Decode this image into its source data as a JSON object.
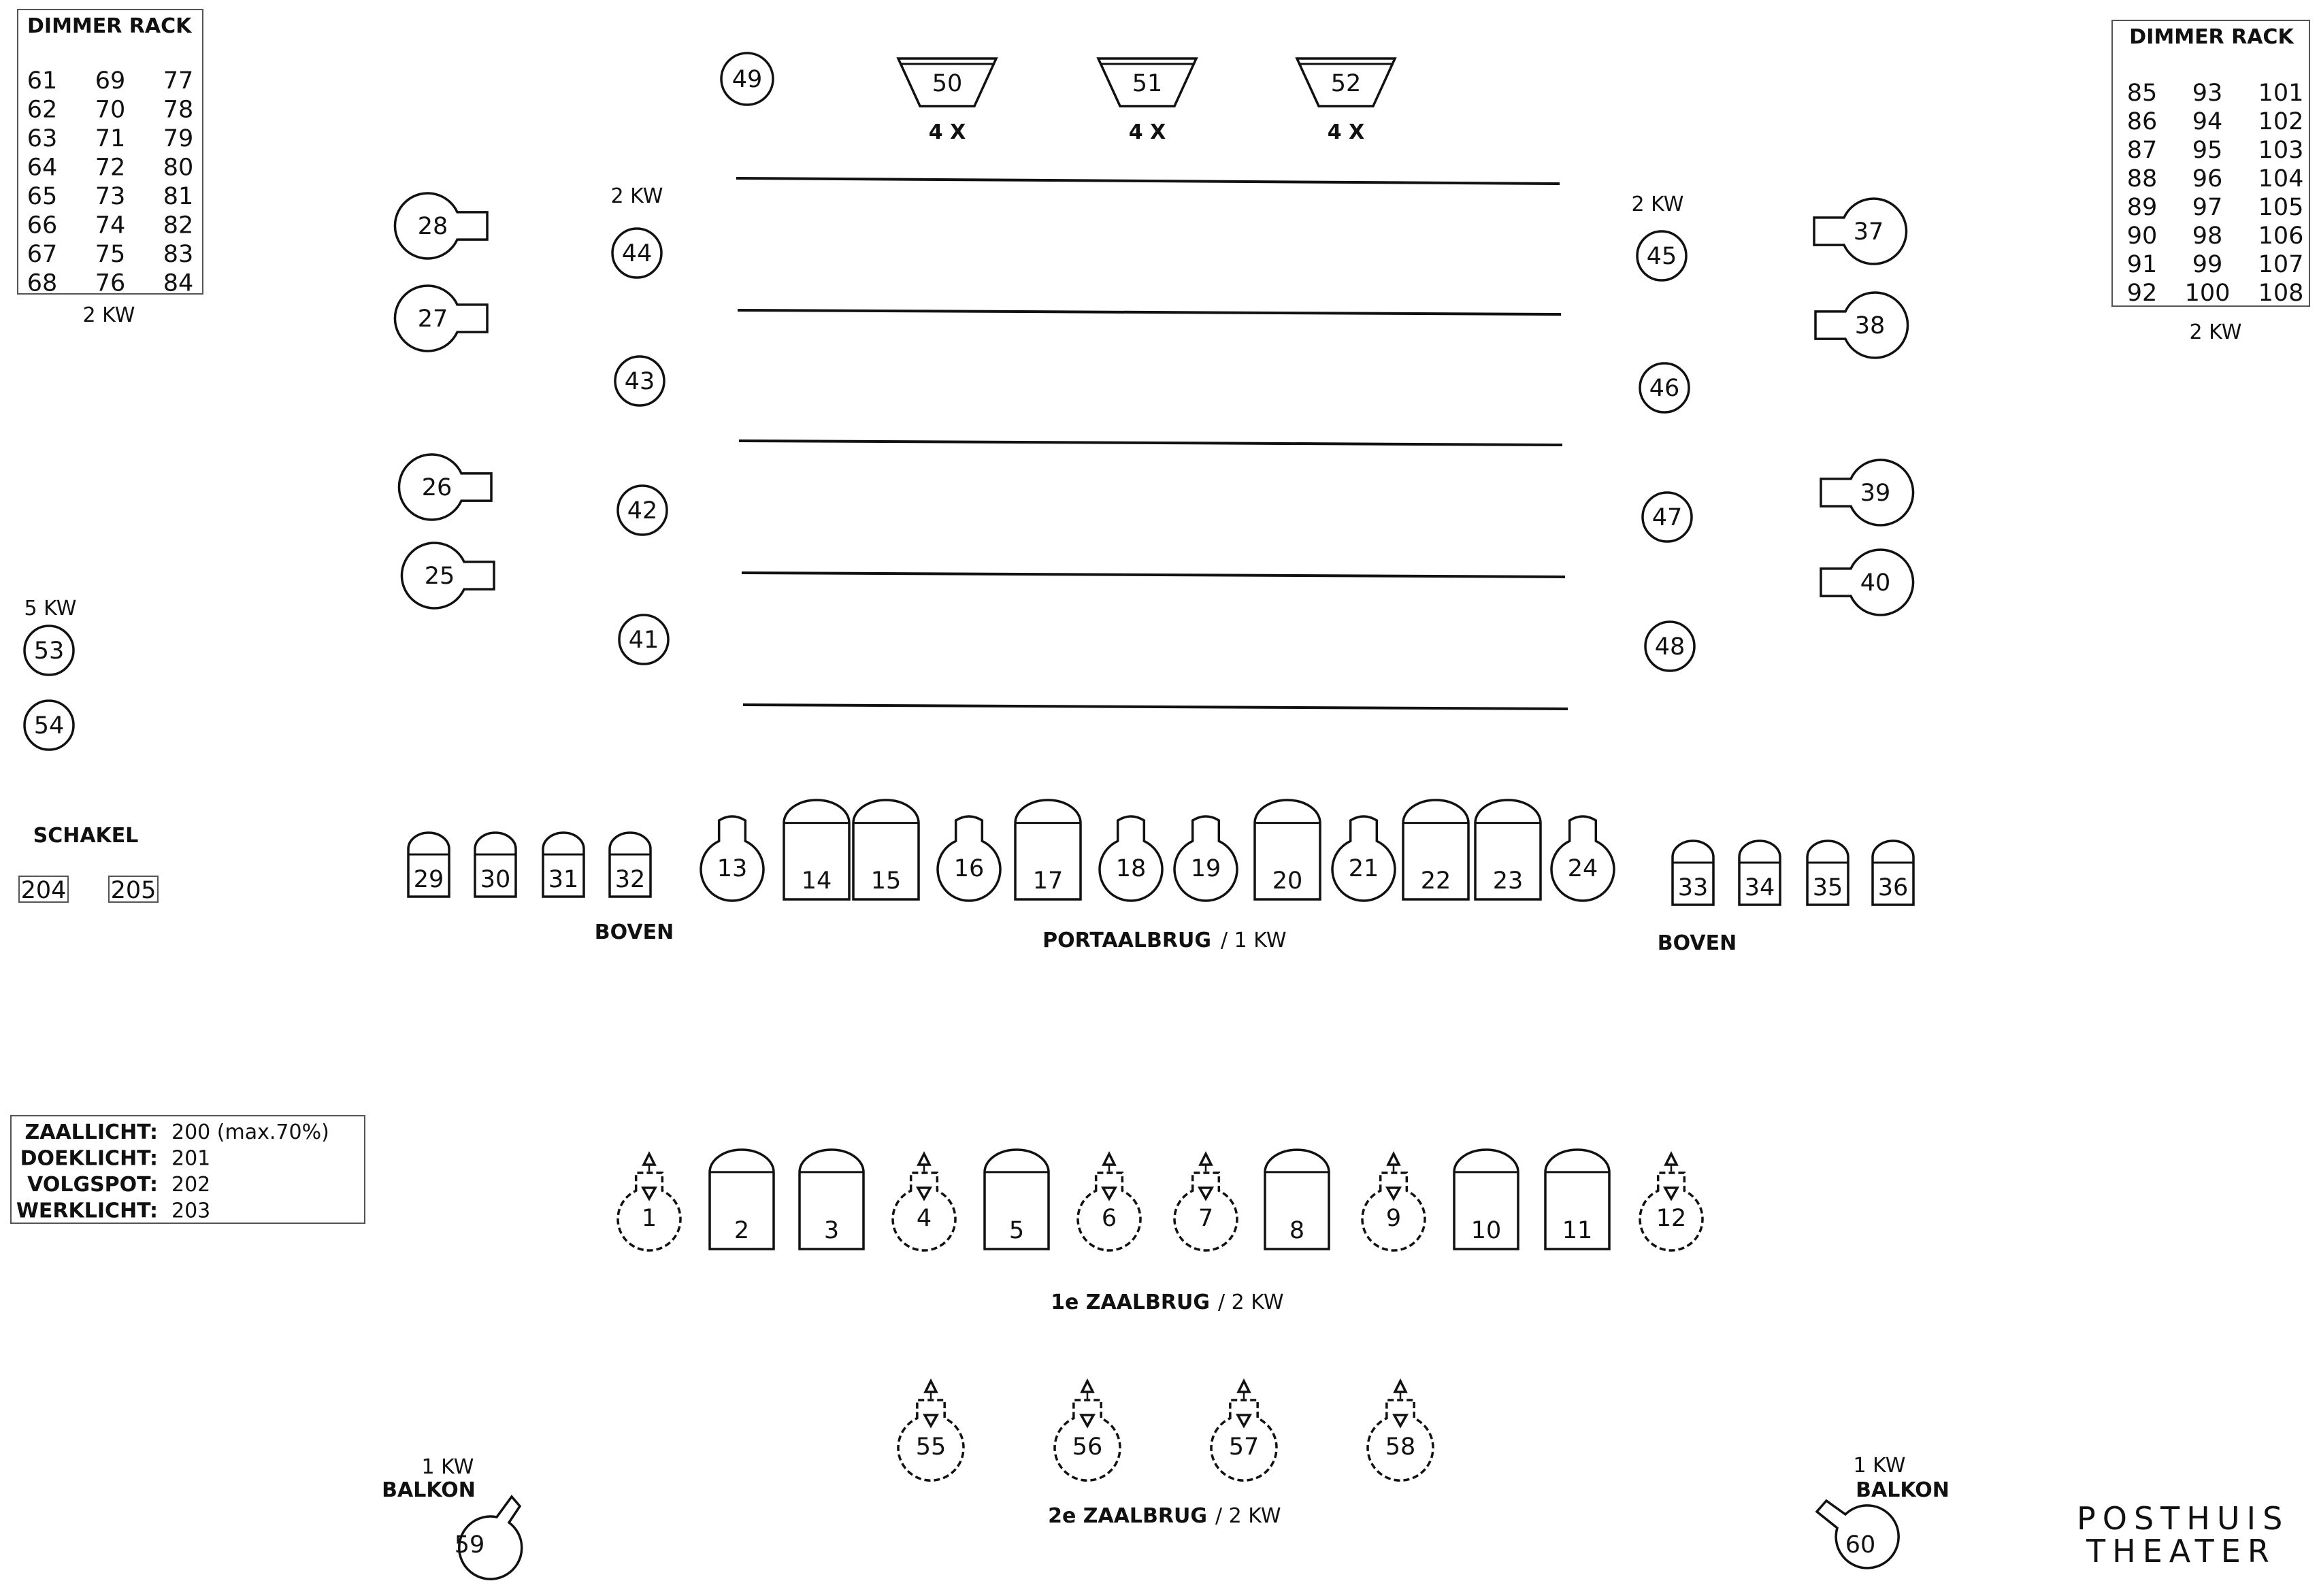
{
  "dimmer_rack_left": {
    "title": "DIMMER RACK",
    "rows": [
      [
        "61",
        "69",
        "77"
      ],
      [
        "62",
        "70",
        "78"
      ],
      [
        "63",
        "71",
        "79"
      ],
      [
        "64",
        "72",
        "80"
      ],
      [
        "65",
        "73",
        "81"
      ],
      [
        "66",
        "74",
        "82"
      ],
      [
        "67",
        "75",
        "83"
      ],
      [
        "68",
        "76",
        "84"
      ]
    ],
    "power": "2 KW"
  },
  "dimmer_rack_right": {
    "title": "DIMMER RACK",
    "rows": [
      [
        "85",
        "93",
        "101"
      ],
      [
        "86",
        "94",
        "102"
      ],
      [
        "87",
        "95",
        "103"
      ],
      [
        "88",
        "96",
        "104"
      ],
      [
        "89",
        "97",
        "105"
      ],
      [
        "90",
        "98",
        "106"
      ],
      [
        "91",
        "99",
        "107"
      ],
      [
        "92",
        "100",
        "108"
      ]
    ],
    "power": "2 KW"
  },
  "top": {
    "spot_49": "49",
    "floods": [
      {
        "num": "50",
        "mult": "4 X"
      },
      {
        "num": "51",
        "mult": "4 X"
      },
      {
        "num": "52",
        "mult": "4 X"
      }
    ]
  },
  "side_left": {
    "wall_spots": [
      "28",
      "27",
      "26",
      "25"
    ],
    "power": "2 KW",
    "row": [
      "44",
      "43",
      "42",
      "41"
    ]
  },
  "side_right": {
    "wall_spots": [
      "37",
      "38",
      "39",
      "40"
    ],
    "power": "2 KW",
    "row": [
      "45",
      "46",
      "47",
      "48"
    ]
  },
  "floor_left": {
    "power": "5 KW",
    "items": [
      "53",
      "54"
    ]
  },
  "schakel": {
    "label": "SCHAKEL",
    "items": [
      "204",
      "205"
    ]
  },
  "boven_left": {
    "items": [
      "29",
      "30",
      "31",
      "32"
    ],
    "label": "BOVEN"
  },
  "boven_right": {
    "items": [
      "33",
      "34",
      "35",
      "36"
    ],
    "label": "BOVEN"
  },
  "portaalbrug": {
    "items": [
      {
        "num": "13",
        "kind": "spot"
      },
      {
        "num": "14",
        "kind": "flood"
      },
      {
        "num": "15",
        "kind": "flood"
      },
      {
        "num": "16",
        "kind": "spot"
      },
      {
        "num": "17",
        "kind": "flood"
      },
      {
        "num": "18",
        "kind": "spot"
      },
      {
        "num": "19",
        "kind": "spot"
      },
      {
        "num": "20",
        "kind": "flood"
      },
      {
        "num": "21",
        "kind": "spot"
      },
      {
        "num": "22",
        "kind": "flood"
      },
      {
        "num": "23",
        "kind": "flood"
      },
      {
        "num": "24",
        "kind": "spot"
      }
    ],
    "label": "PORTAALBRUG",
    "power": "/ 1 KW"
  },
  "house_channels": {
    "rows": [
      {
        "label": "ZAALLICHT:",
        "value": "200  (max.70%)"
      },
      {
        "label": "DOEKLICHT:",
        "value": "201"
      },
      {
        "label": "VOLGSPOT:",
        "value": "202"
      },
      {
        "label": "WERKLICHT:",
        "value": "203"
      }
    ]
  },
  "zaalbrug_1": {
    "items": [
      {
        "num": "1",
        "kind": "profile"
      },
      {
        "num": "2",
        "kind": "flood"
      },
      {
        "num": "3",
        "kind": "flood"
      },
      {
        "num": "4",
        "kind": "profile"
      },
      {
        "num": "5",
        "kind": "flood"
      },
      {
        "num": "6",
        "kind": "profile"
      },
      {
        "num": "7",
        "kind": "profile"
      },
      {
        "num": "8",
        "kind": "flood"
      },
      {
        "num": "9",
        "kind": "profile"
      },
      {
        "num": "10",
        "kind": "flood"
      },
      {
        "num": "11",
        "kind": "flood"
      },
      {
        "num": "12",
        "kind": "profile"
      }
    ],
    "label": "1e ZAALBRUG",
    "power": "/ 2 KW"
  },
  "zaalbrug_2": {
    "items": [
      "55",
      "56",
      "57",
      "58"
    ],
    "label": "2e ZAALBRUG",
    "power": "/ 2 KW"
  },
  "balkon_left": {
    "power": "1 KW",
    "label": "BALKON",
    "num": "59"
  },
  "balkon_right": {
    "power": "1 KW",
    "label": "BALKON",
    "num": "60"
  },
  "logo": {
    "line1": "POSTHUIS",
    "line2": "THEATER"
  }
}
